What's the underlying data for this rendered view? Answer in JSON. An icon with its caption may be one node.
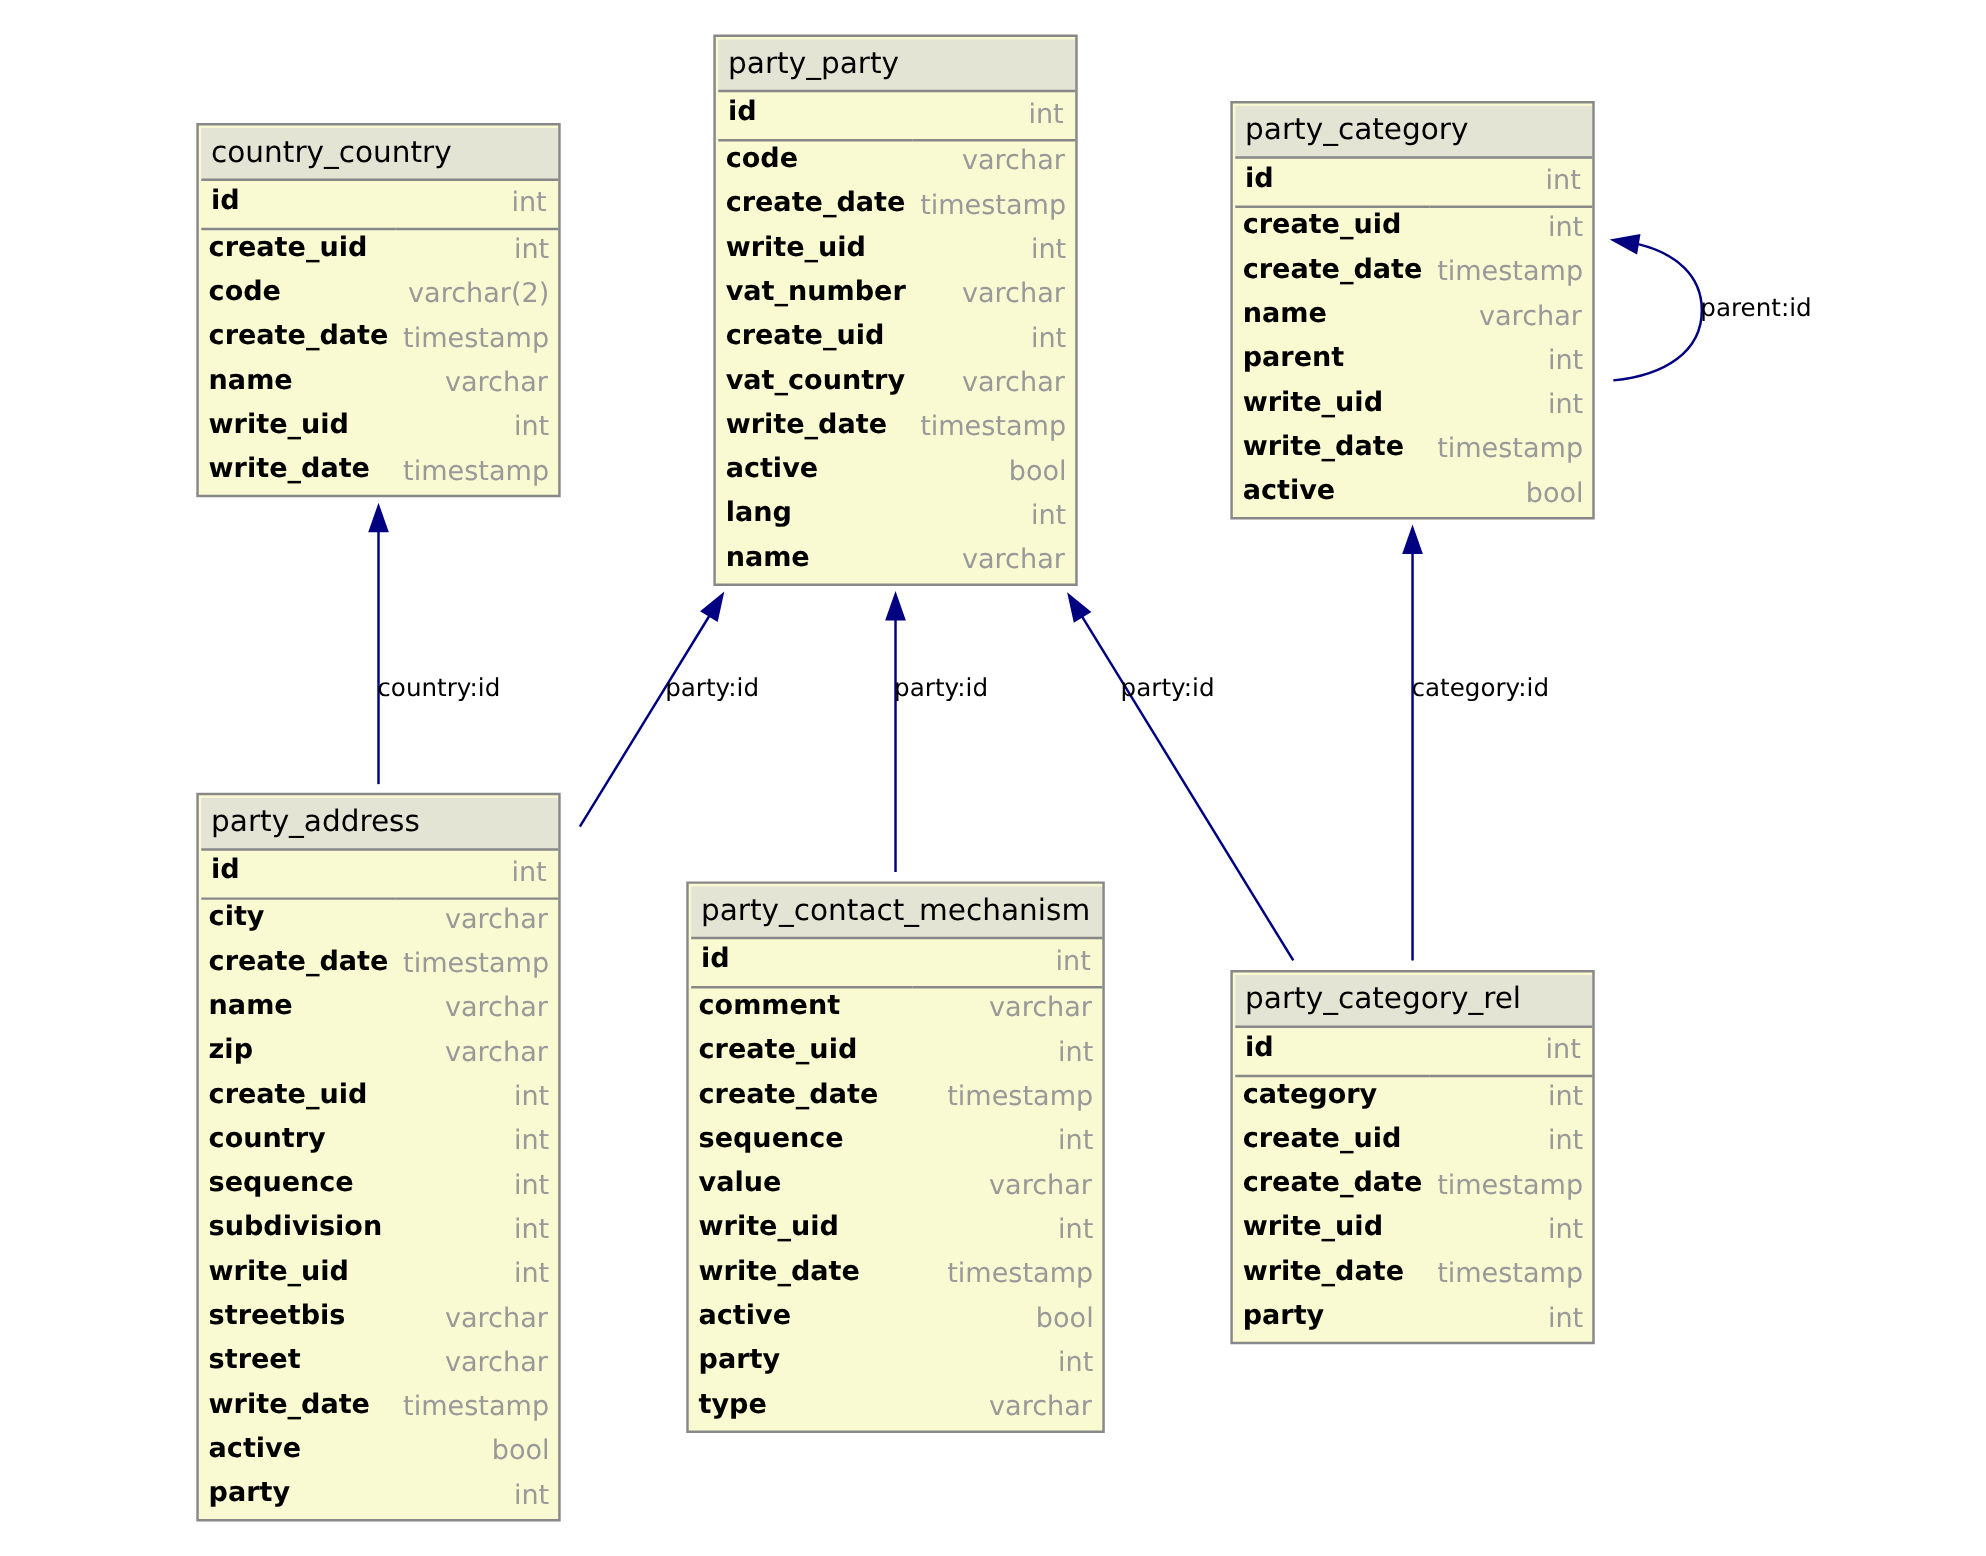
{
  "diagram": {
    "nodes": [
      {
        "text": [
          "country_country",
          "id",
          "int",
          "create_uid",
          "int",
          "code",
          "varchar(2)",
          "create_date",
          "timestamp",
          "name",
          "varchar",
          "write_uid",
          "int",
          "write_date",
          "timestamp"
        ]
      },
      {
        "text": [
          "party_party",
          "id",
          "int",
          "code",
          "varchar",
          "create_date",
          "timestamp",
          "write_uid",
          "int",
          "vat_number",
          "varchar",
          "create_uid",
          "int",
          "vat_country",
          "varchar",
          "write_date",
          "timestamp",
          "active",
          "bool",
          "lang",
          "int",
          "name",
          "varchar"
        ]
      },
      {
        "text": [
          "party_category",
          "id",
          "int",
          "create_uid",
          "int",
          "create_date",
          "timestamp",
          "name",
          "varchar",
          "parent",
          "int",
          "write_uid",
          "int",
          "write_date",
          "timestamp",
          "active",
          "bool"
        ]
      },
      {
        "text": [
          "party_address",
          "id",
          "int",
          "city",
          "varchar",
          "create_date",
          "timestamp",
          "name",
          "varchar",
          "zip",
          "varchar",
          "create_uid",
          "int",
          "country",
          "int",
          "sequence",
          "int",
          "subdivision",
          "int",
          "write_uid",
          "int",
          "streetbis",
          "varchar",
          "street",
          "varchar",
          "write_date",
          "timestamp",
          "active",
          "bool",
          "party",
          "int"
        ]
      },
      {
        "text": [
          "party_contact_mechanism",
          "id",
          "int",
          "comment",
          "varchar",
          "create_uid",
          "int",
          "create_date",
          "timestamp",
          "sequence",
          "int",
          "value",
          "varchar",
          "write_uid",
          "int",
          "write_date",
          "timestamp",
          "active",
          "bool",
          "party",
          "int",
          "type",
          "varchar"
        ]
      },
      {
        "text": [
          "party_category_rel",
          "id",
          "int",
          "category",
          "int",
          "create_uid",
          "int",
          "create_date",
          "timestamp",
          "write_uid",
          "int",
          "write_date",
          "timestamp",
          "party",
          "int"
        ]
      }
    ],
    "edges": [
      {
        "from": 3,
        "to": 0,
        "arrow": "to",
        "label": "country:id"
      },
      {
        "from": 3,
        "to": 1,
        "arrow": "to",
        "label": "party:id"
      },
      {
        "from": 4,
        "to": 1,
        "arrow": "to",
        "label": "party:id"
      },
      {
        "from": 5,
        "to": 1,
        "arrow": "to",
        "label": "party:id"
      },
      {
        "from": 5,
        "to": 2,
        "arrow": "to",
        "label": "category:id"
      },
      {
        "from": 2,
        "to": 2,
        "arrow": "to",
        "label": "parent:id"
      }
    ]
  }
}
